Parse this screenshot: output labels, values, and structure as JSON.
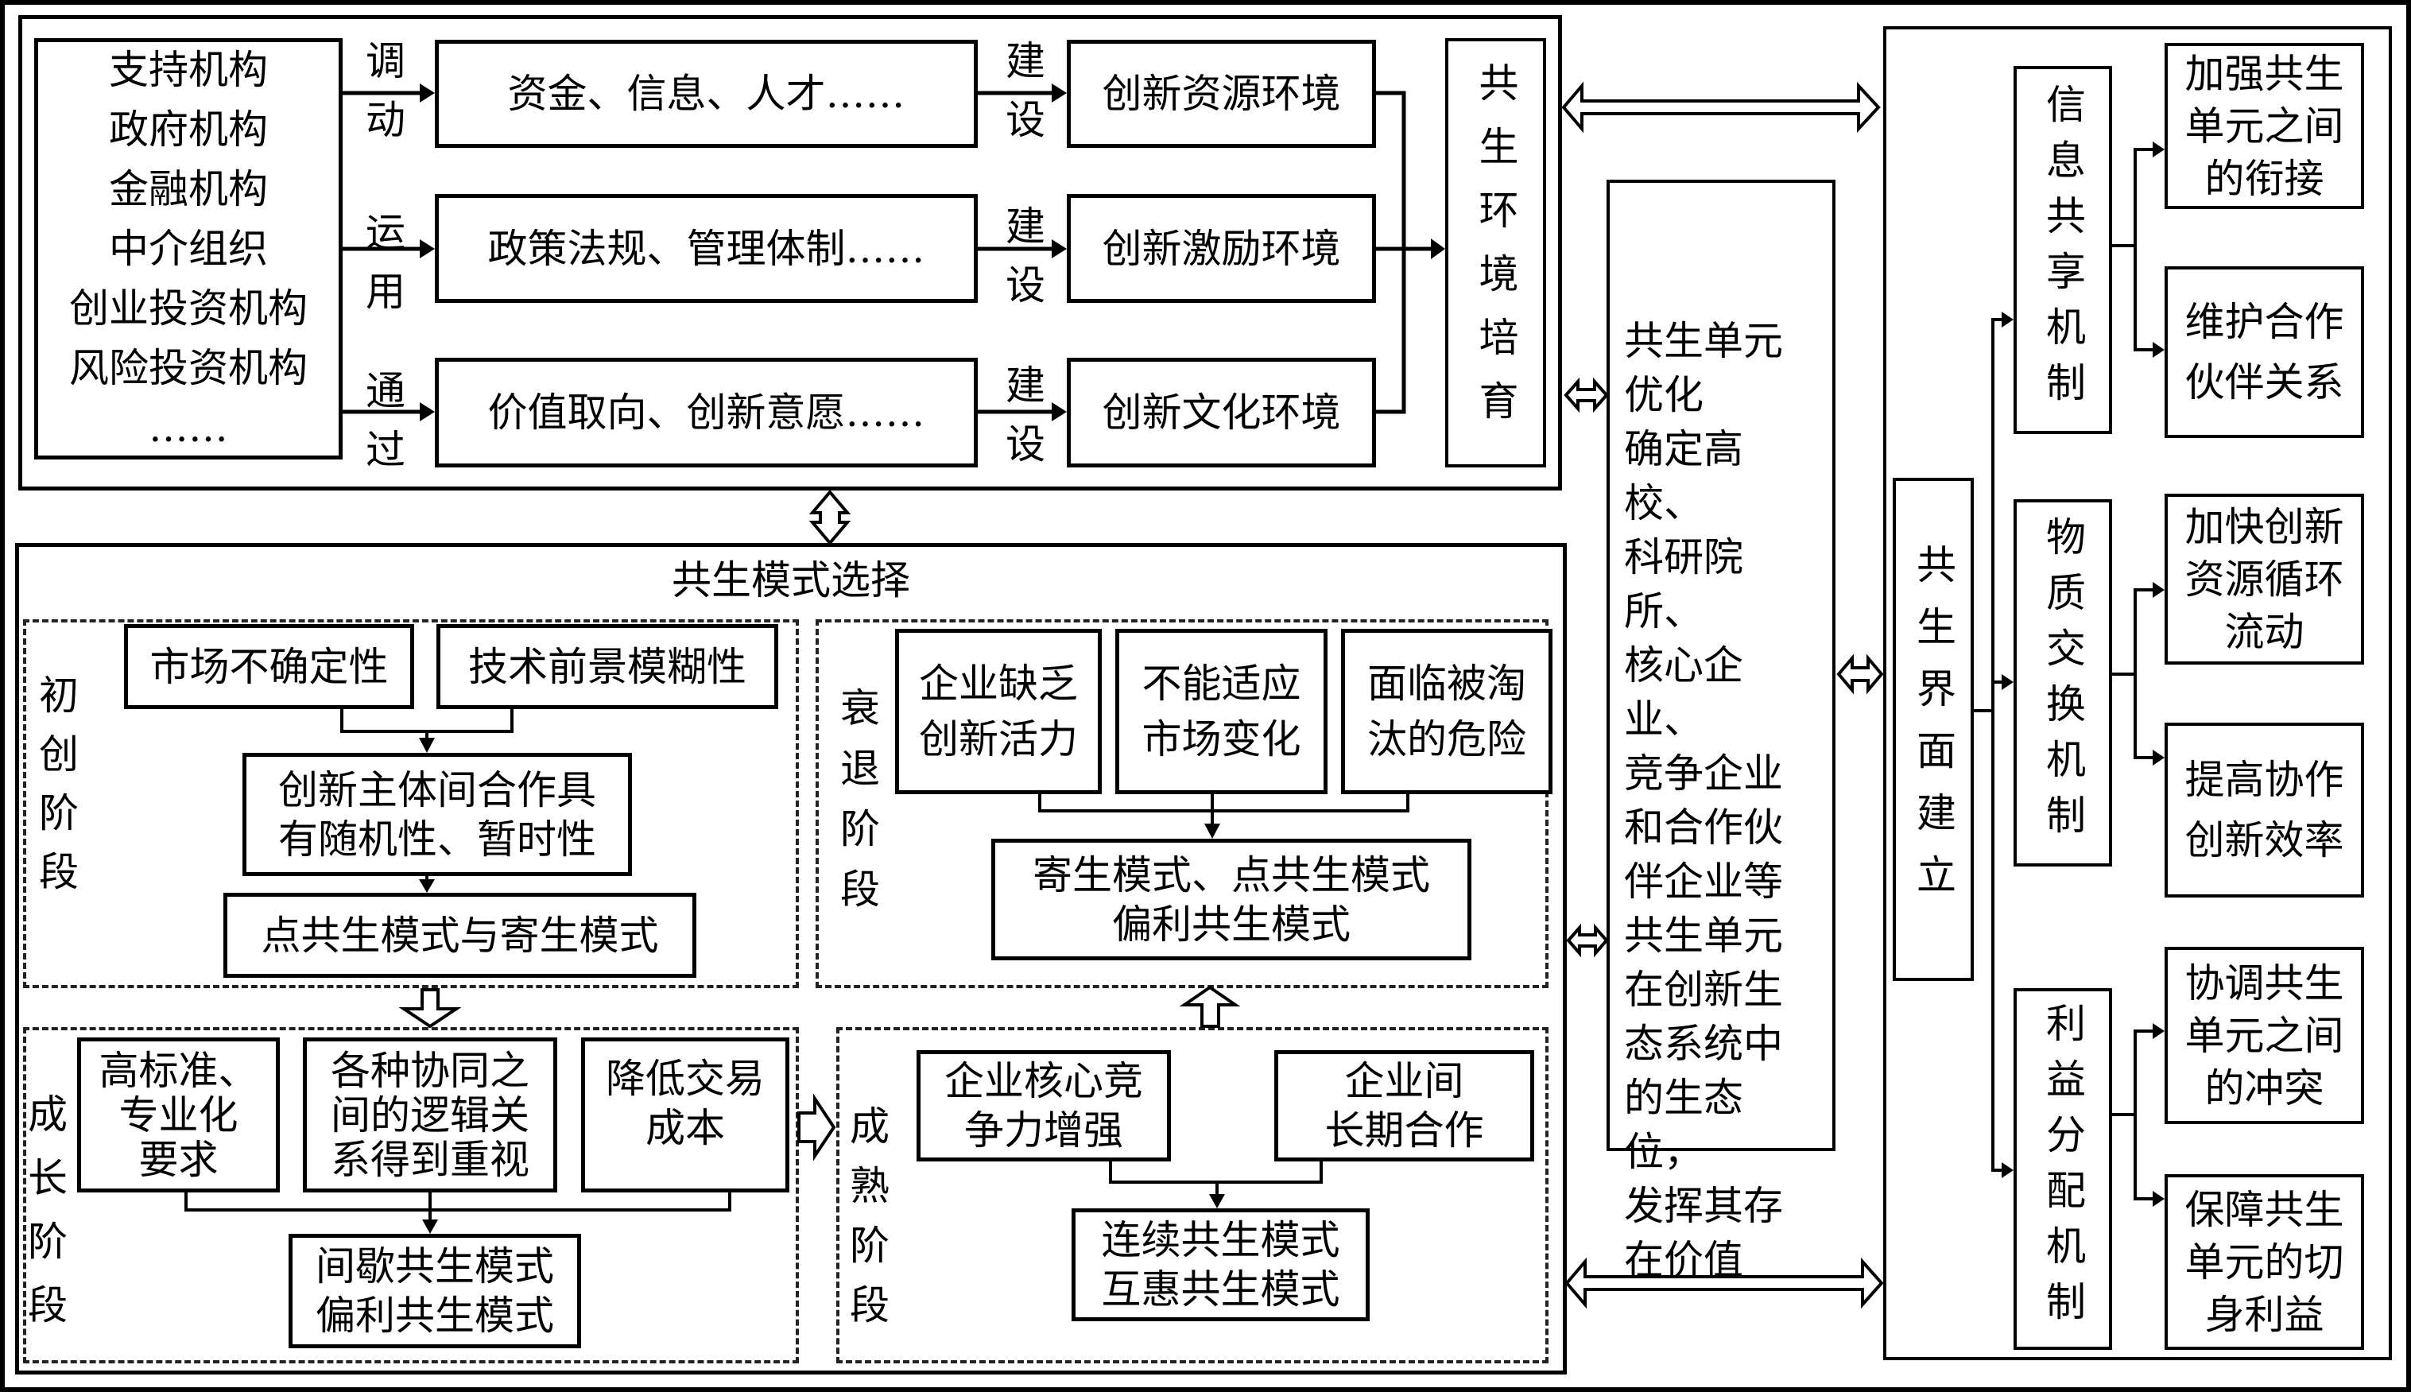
{
  "environment": {
    "actors_box": {
      "lines": "支持机构\n政府机构\n金融机构\n中介组织\n创业投资机构\n风险投资机构\n……"
    },
    "rows": [
      {
        "verb": "调\n动",
        "input": "资金、信息、人才……",
        "build_verb": "建\n设",
        "environment": "创新资源环境"
      },
      {
        "verb": "运\n用",
        "input": "政策法规、管理体制……",
        "build_verb": "建\n设",
        "environment": "创新激励环境"
      },
      {
        "verb": "通\n过",
        "input": "价值取向、创新意愿……",
        "build_verb": "建\n设",
        "environment": "创新文化环境"
      }
    ],
    "cultivation_label": "共生环境培育"
  },
  "unit_optimization": {
    "text": "共生单元\n优化\n确定高校、\n科研院所、\n核心企业、\n竞争企业\n和合作伙\n伴企业等\n共生单元\n在创新生\n态系统中\n的生态位，\n发挥其存\n在价值"
  },
  "interface": {
    "label": "共生界面建立",
    "mechanisms": [
      {
        "label": "信息共享机制",
        "outcomes": [
          "加强共生\n单元之间\n的衔接",
          "维护合作\n伙伴关系"
        ]
      },
      {
        "label": "物质交换机制",
        "outcomes": [
          "加快创新\n资源循环\n流动",
          "提高协作\n创新效率"
        ]
      },
      {
        "label": "利益分配机制",
        "outcomes": [
          "协调共生\n单元之间\n的冲突",
          "保障共生\n单元的切\n身利益"
        ]
      }
    ]
  },
  "mode_selection": {
    "title": "共生模式选择",
    "stages": {
      "startup": {
        "label": "初\n创\n阶\n段",
        "factors": [
          "市场不确定性",
          "技术前景模糊性"
        ],
        "middle": "创新主体间合作具\n有随机性、暂时性",
        "result": "点共生模式与寄生模式"
      },
      "decline": {
        "label": "衰\n退\n阶\n段",
        "factors": [
          "企业缺乏\n创新活力",
          "不能适应\n市场变化",
          "面临被淘\n汰的危险"
        ],
        "result": "寄生模式、点共生模式\n偏利共生模式"
      },
      "growth": {
        "label": "成\n长\n阶\n段",
        "factors": [
          "高标准、\n专业化\n要求",
          "各种协同之\n间的逻辑关\n系得到重视",
          "降低交易\n成本"
        ],
        "result": "间歇共生模式\n偏利共生模式"
      },
      "mature": {
        "label": "成\n熟\n阶\n段",
        "factors": [
          "企业核心竞\n争力增强",
          "企业间\n长期合作"
        ],
        "result": "连续共生模式\n互惠共生模式"
      }
    }
  }
}
